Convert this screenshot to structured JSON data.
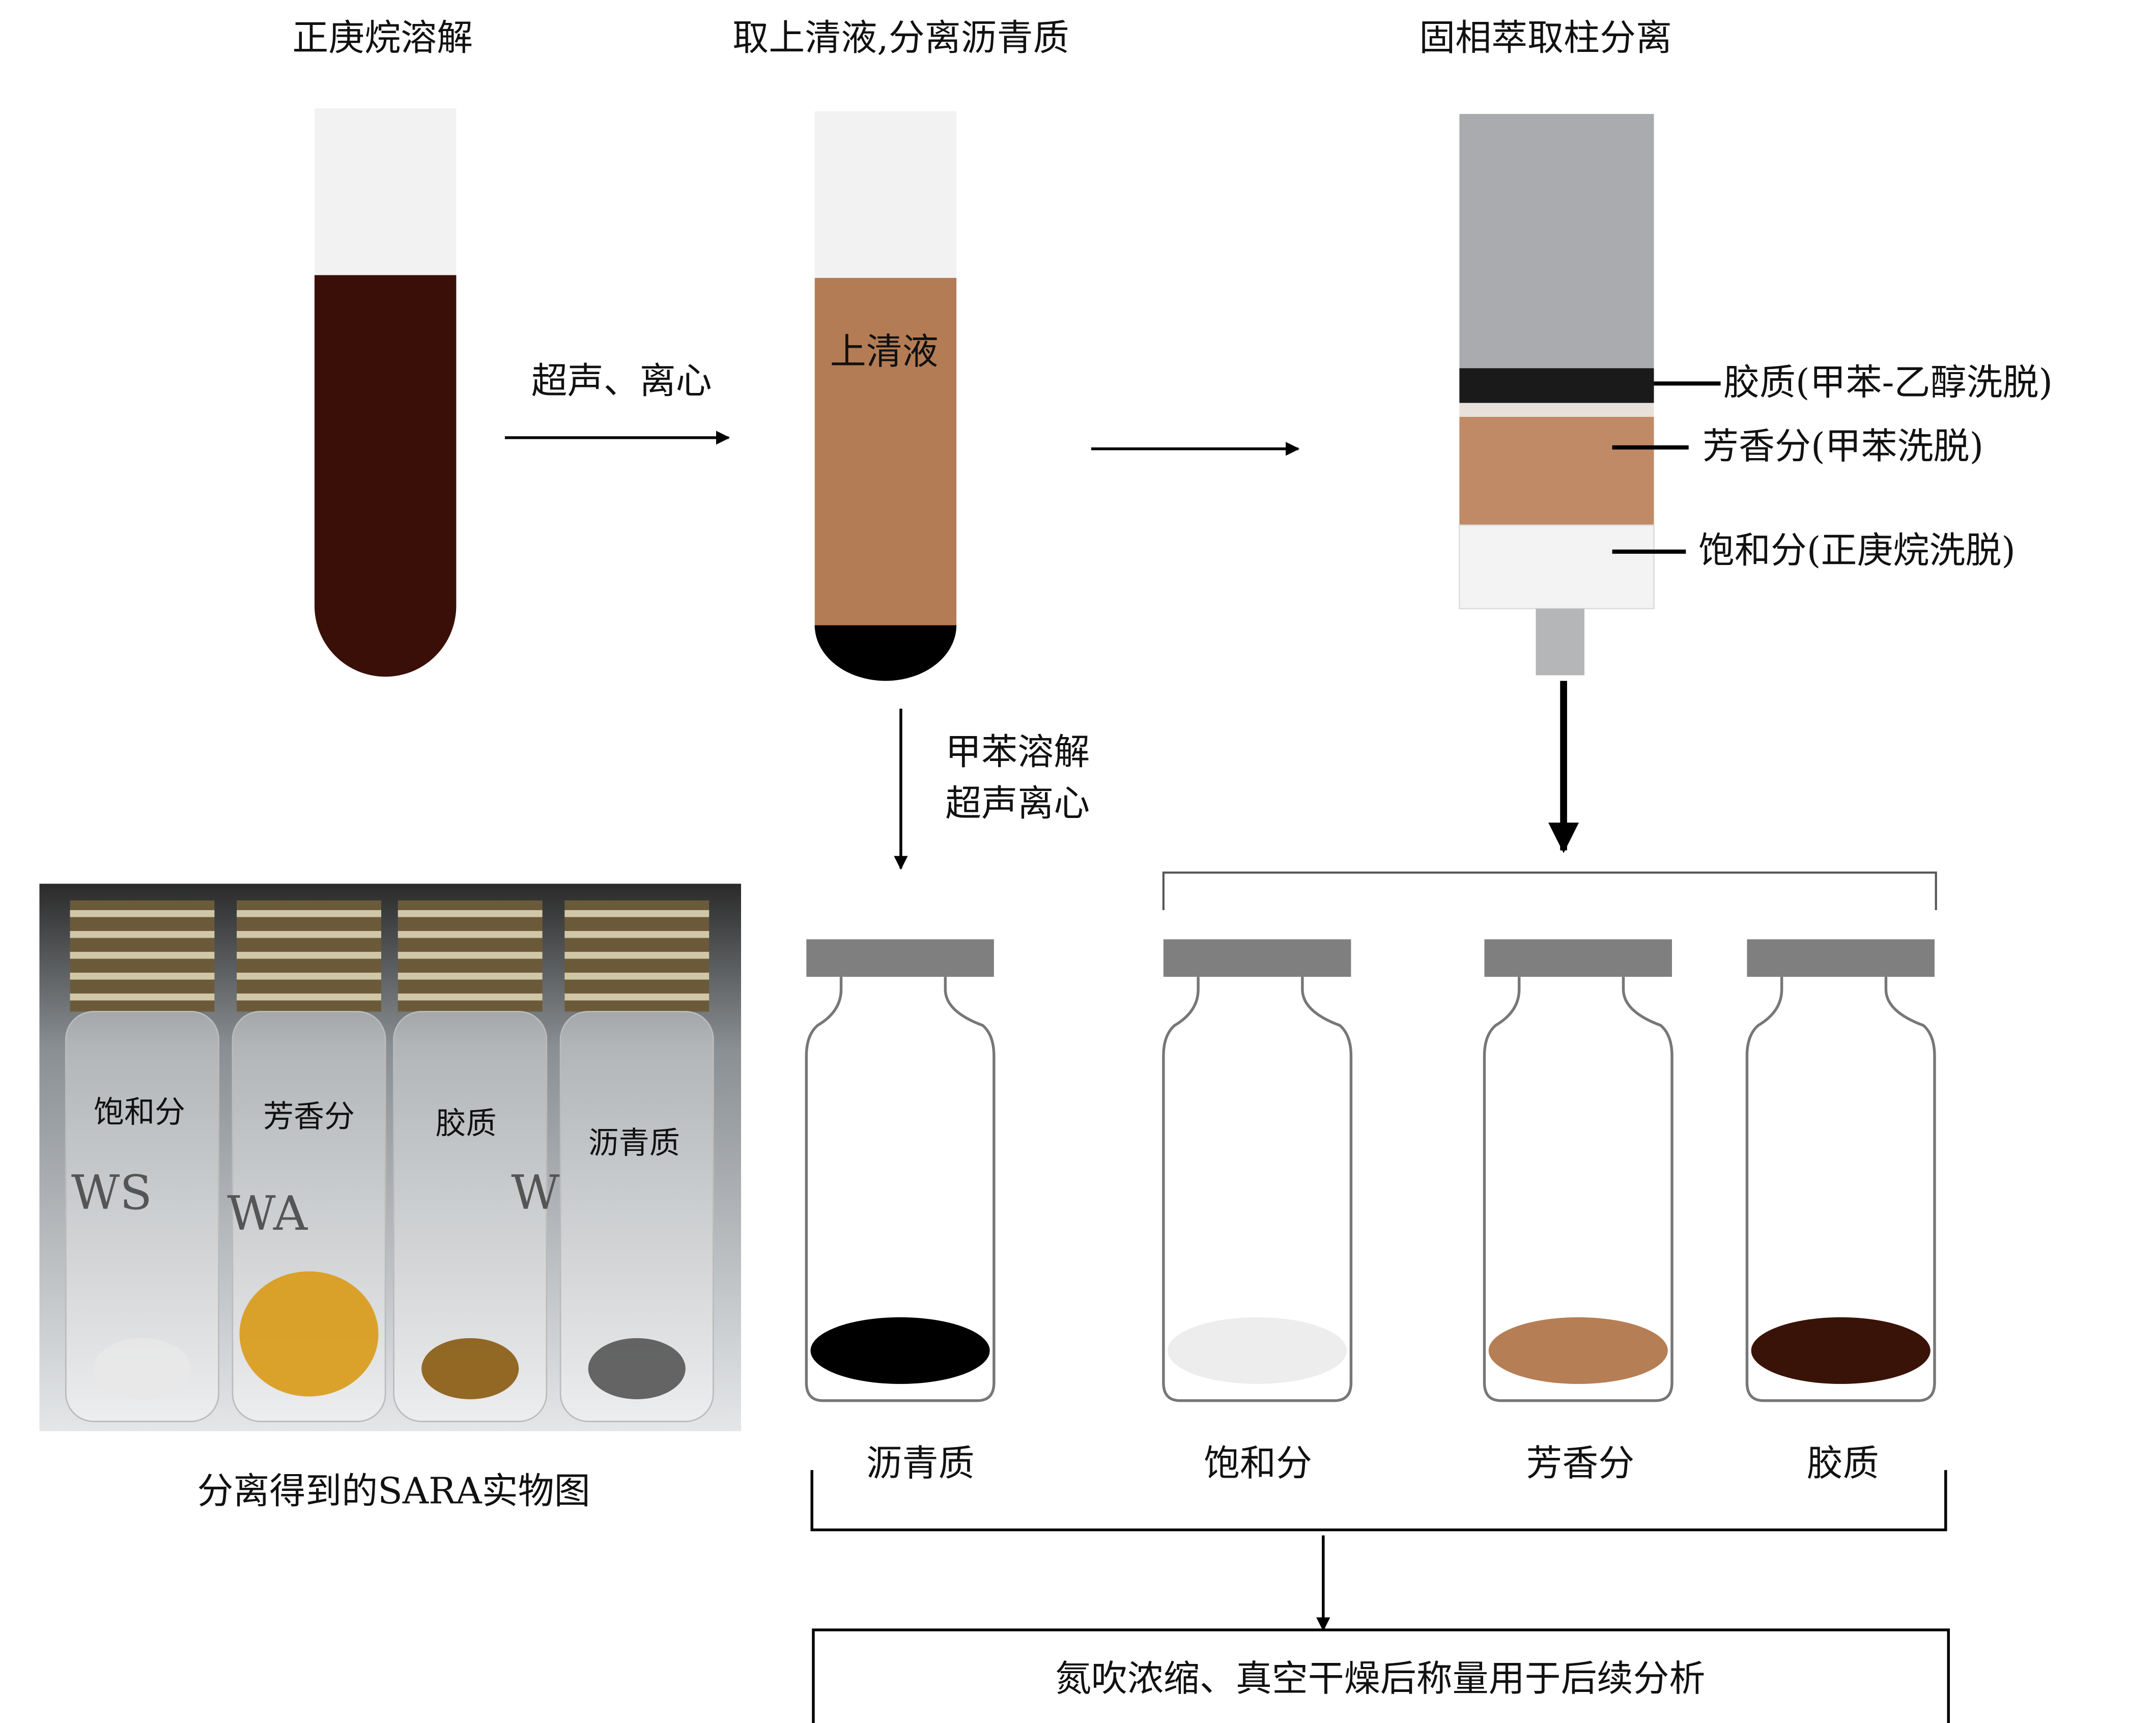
{
  "steps": {
    "step1_title": "正庚烷溶解",
    "step2_title": "取上清液,分离沥青质",
    "step3_title": "固相萃取柱分离",
    "arrow1_label": "超声、离心",
    "supernatant_label": "上清液",
    "toluene_label_1": "甲苯溶解",
    "toluene_label_2": "超声离心"
  },
  "column": {
    "resin_label": "胶质(甲苯-乙醇洗脱)",
    "aromatic_label": "芳香分(甲苯洗脱)",
    "saturate_label": "饱和分(正庚烷洗脱)"
  },
  "photo": {
    "vial_labels": [
      "饱和分",
      "芳香分",
      "胶质",
      "沥青质"
    ],
    "vial_marks": [
      "WS",
      "WA",
      "W"
    ],
    "caption": "分离得到的SARA实物图"
  },
  "vials": [
    {
      "label": "沥青质",
      "color": "#000000"
    },
    {
      "label": "饱和分",
      "color": "#ededed"
    },
    {
      "label": "芳香分",
      "color": "#b67e55"
    },
    {
      "label": "胶质",
      "color": "#3a1308"
    }
  ],
  "final_box": "氮吹浓缩、真空干燥后称量用于后续分析",
  "colors": {
    "dark_brown": "#3a0f08",
    "tan": "#b47c55",
    "column_gray": "#a9abae",
    "cap_gray": "#7f7f7f"
  }
}
